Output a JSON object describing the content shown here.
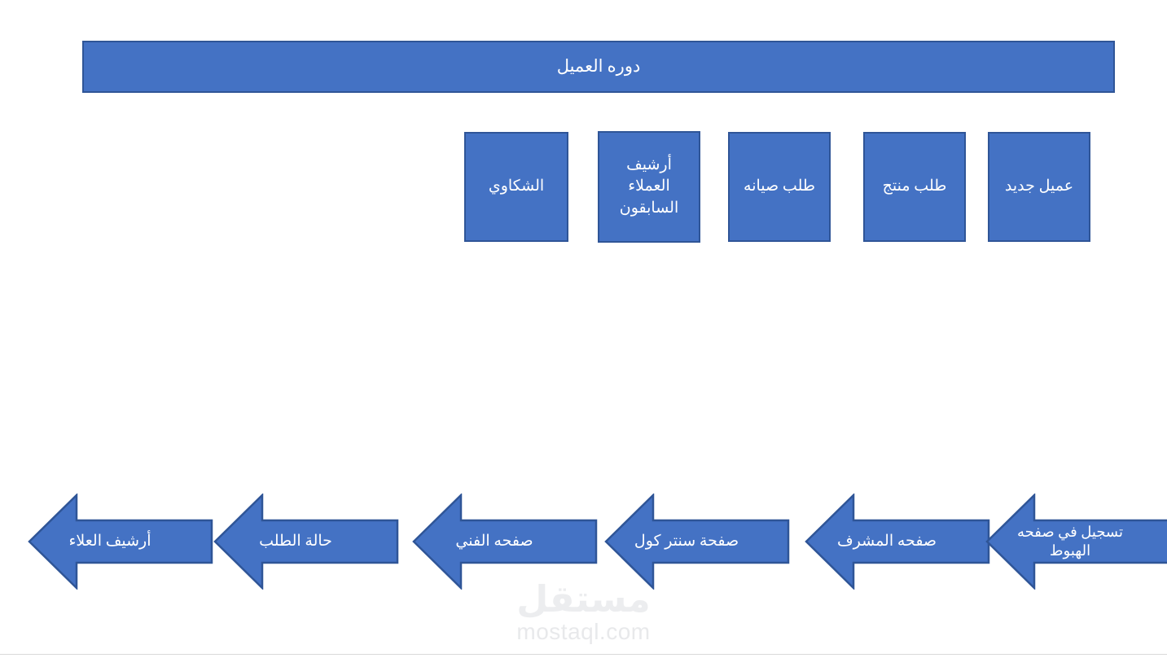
{
  "diagram": {
    "title": "دوره العميل",
    "background_color": "#FFFFFF",
    "shape_fill": "#4472C4",
    "shape_border": "#2F5597",
    "shape_text_color": "#FFFFFF"
  },
  "entry_boxes": [
    {
      "label": "الشكاوي"
    },
    {
      "label": "أرشيف\nالعملاء\nالسابقون"
    },
    {
      "label": "طلب صيانه"
    },
    {
      "label": "طلب منتج"
    },
    {
      "label": "عميل جديد"
    }
  ],
  "flow_arrows": [
    {
      "label": "أرشيف العلاء"
    },
    {
      "label": "حالة الطلب"
    },
    {
      "label": "صفحه الفني"
    },
    {
      "label": "صفحة سنتر كول"
    },
    {
      "label": "صفحه المشرف"
    },
    {
      "label": "تسجيل في صفحه\nالهبوط"
    }
  ],
  "watermark": {
    "arabic": "مستقل",
    "latin": "mostaql.com"
  }
}
